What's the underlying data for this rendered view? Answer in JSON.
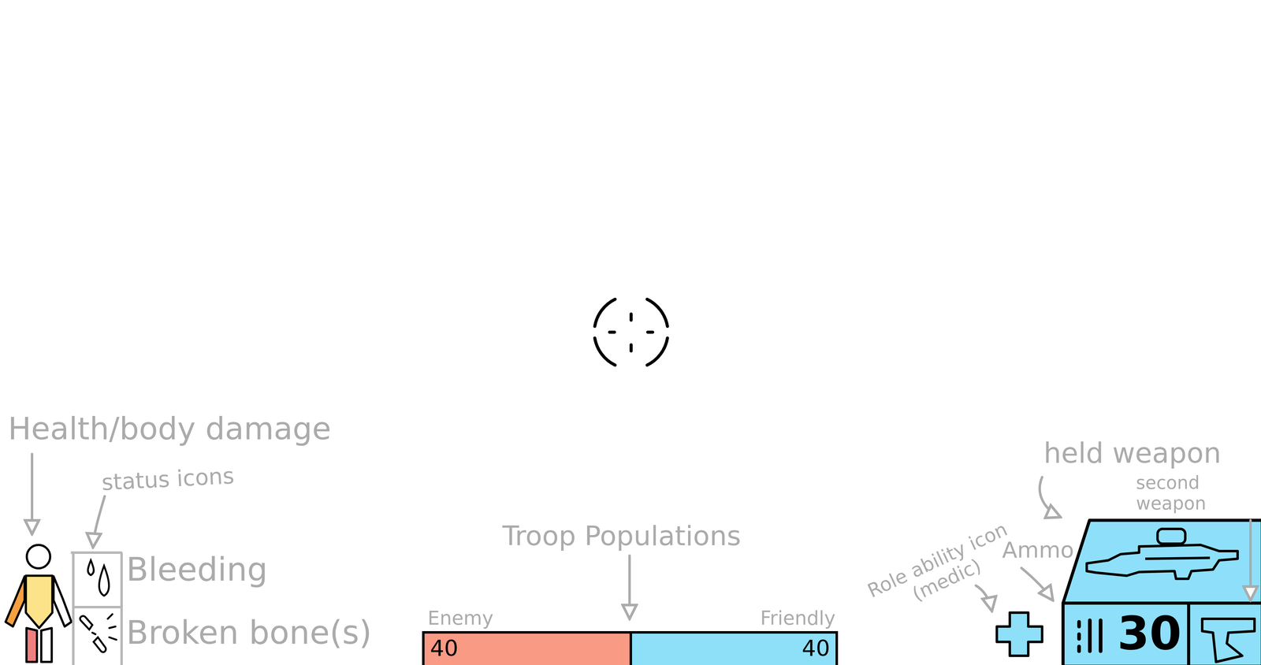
{
  "diagram": {
    "nodes": [
      {
        "text": [
          "Enemy",
          "40"
        ]
      },
      {
        "text": [
          "Friendly",
          "40"
        ]
      },
      {
        "text": [
          "30"
        ]
      }
    ],
    "labels": [
      "Health/body damage",
      "status icons",
      "Bleeding",
      "Broken bone(s)",
      "Troop Populations",
      "Role ability icon (medic)",
      "Ammo",
      "held weapon",
      "second weapon"
    ]
  }
}
